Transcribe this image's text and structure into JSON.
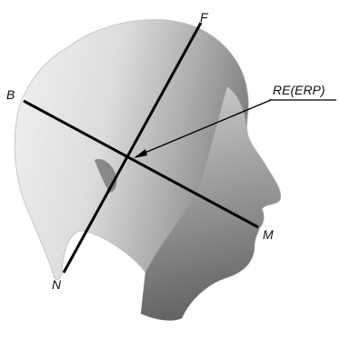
{
  "diagram": {
    "labels": {
      "top": "F",
      "back": "B",
      "reference_point": "RE(ERP)",
      "chin": "M",
      "neck": "N"
    },
    "colors": {
      "skin_light": "#e6e6e6",
      "skin_shade": "#9a9a9a",
      "skin_dark": "#5e5e5e",
      "lines": "#000000"
    }
  }
}
